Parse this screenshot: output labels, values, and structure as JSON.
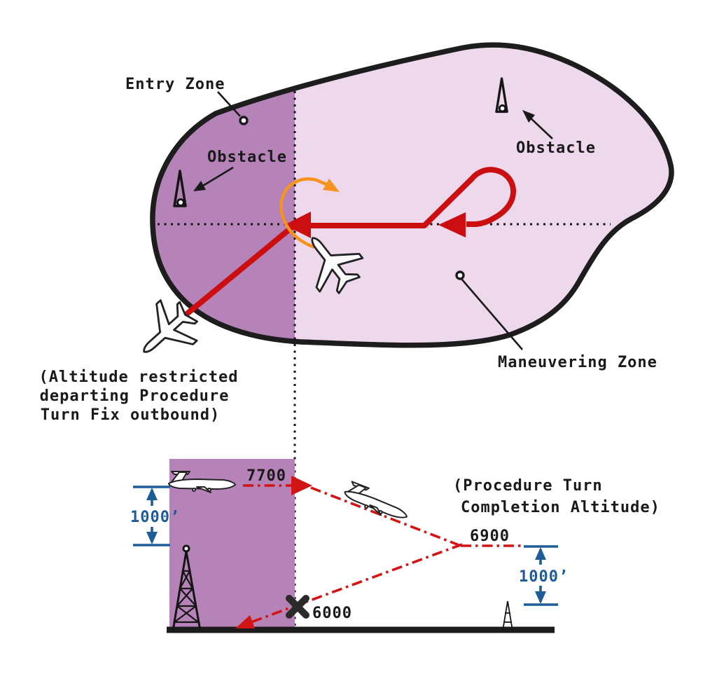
{
  "labels": {
    "entry_zone": "Entry Zone",
    "obstacle_left": "Obstacle",
    "obstacle_right": "Obstacle",
    "maneuvering_zone": "Maneuvering Zone"
  },
  "notes": {
    "outbound": [
      "(Altitude restricted",
      "departing Procedure",
      "Turn Fix outbound)"
    ],
    "completion": [
      "(Procedure Turn",
      "Completion Altitude)"
    ]
  },
  "altitudes": {
    "outbound_crossing": "7700",
    "completion": "6900",
    "inbound_crossing": "6000"
  },
  "dimensions": {
    "left": "1000’",
    "right": "1000’"
  },
  "icons": {
    "obstacle": "spire-obstacle-icon",
    "aircraft_top": "airliner-top-view-icon",
    "aircraft_side": "jet-side-view-icon",
    "tower": "lattice-tower-icon"
  },
  "colors": {
    "entry_zone": "#b683b8",
    "maneuvering_zone": "#eed9ec",
    "outline": "#1d1d1d",
    "path_red": "#cb0e10",
    "profile_red": "#d31414",
    "turn_orange": "#f6921e",
    "dimension_blue": "#1e5c99"
  }
}
